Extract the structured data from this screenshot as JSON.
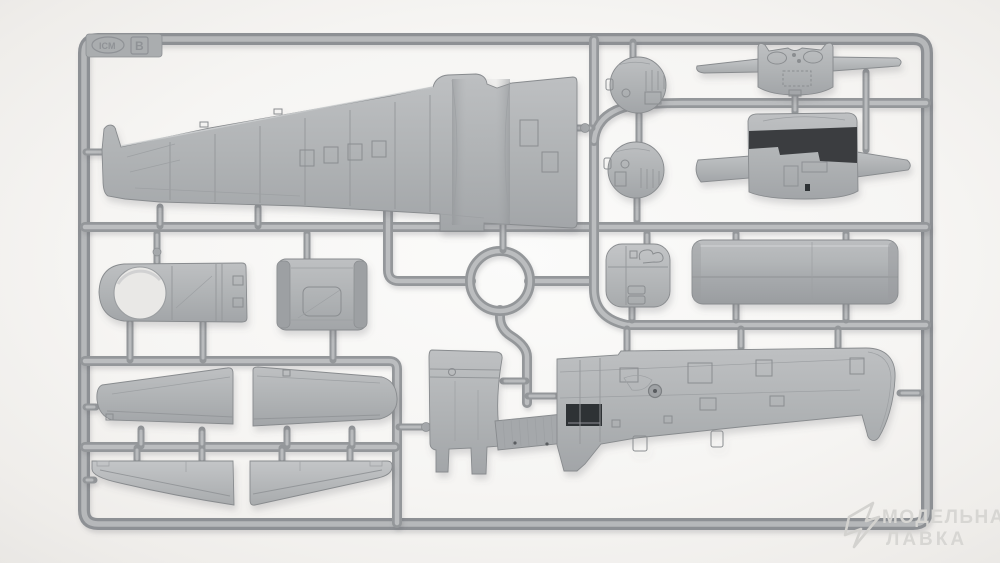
{
  "photo": {
    "subject": "gray injection-molded model kit sprue (aircraft parts) photographed on a white background",
    "sprue_tab": {
      "brand": "ICM",
      "letter": "B"
    },
    "watermark": {
      "line1": "МОДЕЛЬНАЯ",
      "line2": "ЛАВКА"
    },
    "colors": {
      "background": "#f6f5f3",
      "plastic_light": "#c0c2c4",
      "plastic_mid": "#b0b3b5",
      "plastic_dark": "#8e9194",
      "runner": "#94979a",
      "recess_dark": "#2f3235",
      "watermark": "#d7d6d3"
    },
    "parts": [
      {
        "id": "sprue-frame",
        "label": "outer sprue frame"
      },
      {
        "id": "fuselage-half",
        "label": "long fuselage half, tail at left"
      },
      {
        "id": "nose-section",
        "label": "fuselage section with round window opening"
      },
      {
        "id": "cowl-panel",
        "label": "curved cowl / hatch panel"
      },
      {
        "id": "ring-part",
        "label": "circular ring part"
      },
      {
        "id": "bulkhead-disc-1",
        "label": "round bulkhead disc with ribbed detail"
      },
      {
        "id": "bulkhead-disc-2",
        "label": "round bulkhead disc with ribbed detail"
      },
      {
        "id": "instrument-coaming",
        "label": "instrument panel coaming with side rails"
      },
      {
        "id": "cockpit-tub",
        "label": "cockpit tub assembly with dark recess"
      },
      {
        "id": "small-bulkhead",
        "label": "rounded bulkhead with hinge detail"
      },
      {
        "id": "fuselage-spine",
        "label": "large rounded fuselage spine section"
      },
      {
        "id": "stabilizer-upper-left",
        "label": "tailplane half, tip left"
      },
      {
        "id": "stabilizer-upper-right",
        "label": "tailplane half, tip right"
      },
      {
        "id": "stabilizer-lower-left",
        "label": "tailplane underside, tip left"
      },
      {
        "id": "stabilizer-lower-right",
        "label": "tailplane underside, tip right"
      },
      {
        "id": "center-panel",
        "label": "wing center-section panel with legs"
      },
      {
        "id": "ribbed-flap",
        "label": "ribbed flap strip"
      },
      {
        "id": "wing-half",
        "label": "long wing lower half with wheel-bay opening"
      }
    ]
  }
}
